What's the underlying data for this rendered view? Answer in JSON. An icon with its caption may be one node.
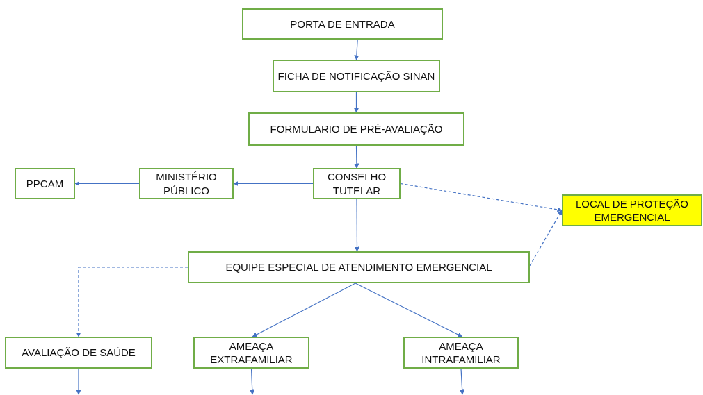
{
  "diagram": {
    "nodes": [
      {
        "text": [
          "PORTA DE ENTRADA"
        ]
      },
      {
        "text": [
          "FICHA DE NOTIFICAÇÃO SINAN"
        ]
      },
      {
        "text": [
          "FORMULARIO DE PRÉ-AVALIAÇÃO"
        ]
      },
      {
        "text": [
          "CONSELHO TUTELAR"
        ]
      },
      {
        "text": [
          "MINISTÉRIO PÚBLICO"
        ]
      },
      {
        "text": [
          "PPCAM"
        ]
      },
      {
        "text": [
          "LOCAL DE PROTEÇÃO EMERGENCIAL"
        ]
      },
      {
        "text": [
          "EQUIPE ESPECIAL DE ATENDIMENTO EMERGENCIAL"
        ]
      },
      {
        "text": [
          "AVALIAÇÃO DE SAÚDE"
        ]
      },
      {
        "text": [
          "AMEAÇA EXTRAFAMILIAR"
        ]
      },
      {
        "text": [
          "AMEAÇA INTRAFAMILIAR"
        ]
      }
    ],
    "edges": [
      {
        "from": 0,
        "to": 1,
        "arrow": "to"
      },
      {
        "from": 1,
        "to": 2,
        "arrow": "to"
      },
      {
        "from": 2,
        "to": 3,
        "arrow": "to"
      },
      {
        "from": 3,
        "to": 4,
        "arrow": "to"
      },
      {
        "from": 4,
        "to": 5,
        "arrow": "to"
      },
      {
        "from": 3,
        "to": 6,
        "arrow": "to",
        "style": "dashed"
      },
      {
        "from": 3,
        "to": 7,
        "arrow": "to"
      },
      {
        "from": 7,
        "to": 6,
        "arrow": "to",
        "style": "dashed"
      },
      {
        "from": 7,
        "to": 8,
        "arrow": "to",
        "style": "dashed"
      },
      {
        "from": 7,
        "to": 9,
        "arrow": "to"
      },
      {
        "from": 7,
        "to": 10,
        "arrow": "to"
      },
      {
        "from": 8,
        "to": null,
        "arrow": "to"
      },
      {
        "from": 9,
        "to": null,
        "arrow": "to"
      },
      {
        "from": 10,
        "to": null,
        "arrow": "to"
      }
    ]
  }
}
